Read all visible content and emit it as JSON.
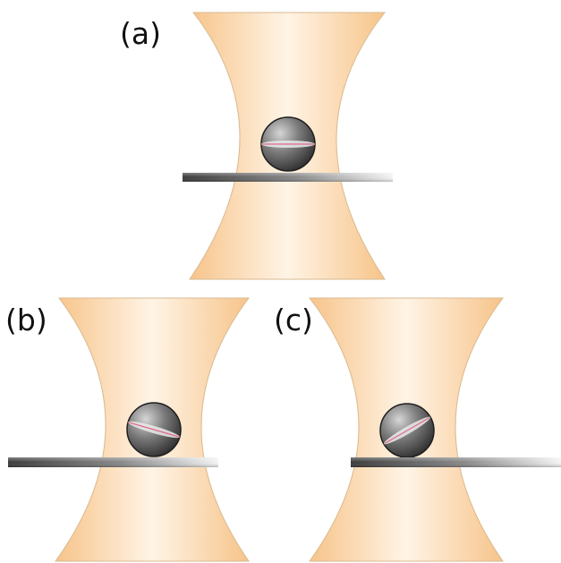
{
  "panels": [
    {
      "label": "(a)"
    },
    {
      "label": "(b)"
    },
    {
      "label": "(c)"
    }
  ],
  "colors": {
    "beam_edge": "#f7c48a",
    "beam_center": "#fff4e6",
    "beam_outline": "#d9b98f",
    "plate_dark": "#3a3a3a",
    "plate_light": "#f4f4f4",
    "sphere_dark": "#2c2c2c",
    "sphere_light": "#cfcfcf",
    "equator": "#e06a8a"
  }
}
